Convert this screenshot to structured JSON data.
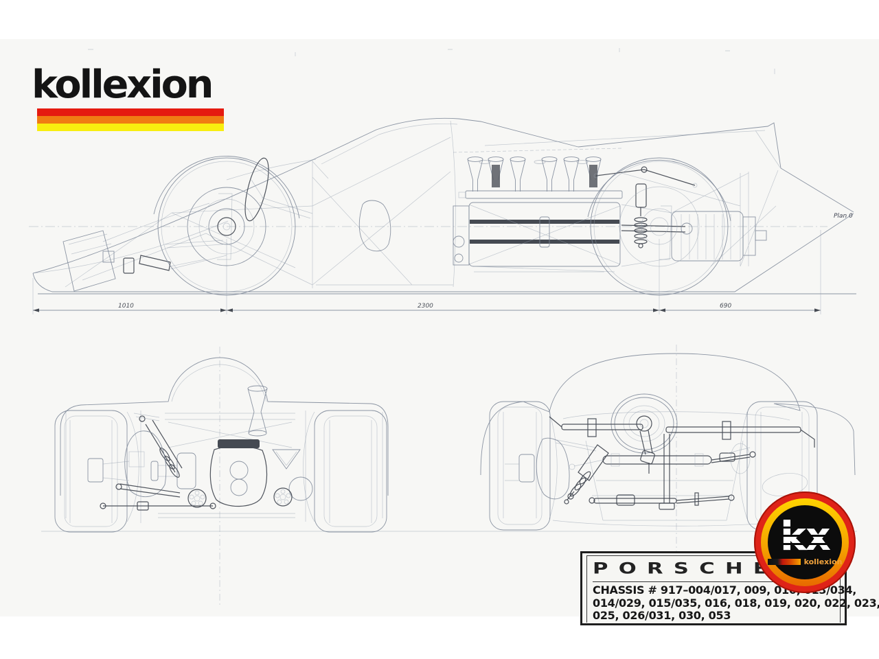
{
  "colors": {
    "paper": "#f7f7f5",
    "blueprint_line": "#7e8899",
    "stripe_red": "#e51a10",
    "stripe_orange": "#f07c13",
    "stripe_yellow": "#f8ee0f",
    "badge_red": "#df2318",
    "badge_gold": "#f5a300",
    "badge_brand_text": "#f0a23c"
  },
  "header_logo": {
    "text": "kollexion"
  },
  "side_view": {
    "dim_front_overhang": "1010",
    "dim_wheelbase": "2300",
    "dim_rear_overhang": "690",
    "plan_note": "Plan 0"
  },
  "badge": {
    "initials": "kx",
    "brand": "kollexion"
  },
  "info_box": {
    "brand": "PORSCHE",
    "chassis_line1": "CHASSIS # 917–004/017, 009, 010, 013/034,",
    "chassis_line2": "014/029, 015/035, 016, 018, 019, 020, 022, 023,",
    "chassis_line3": "025, 026/031, 030, 053"
  }
}
